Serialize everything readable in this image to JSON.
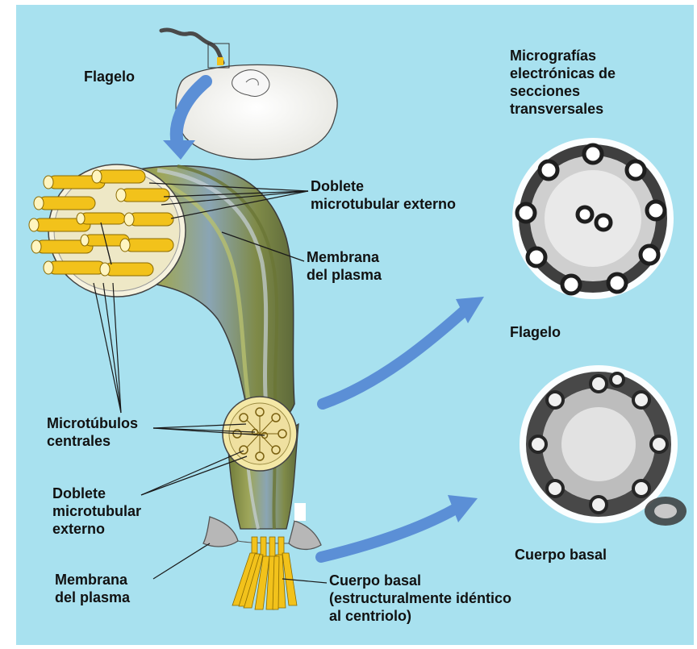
{
  "labels": {
    "flagelo_top": "Flagelo",
    "micrografias": [
      "Micrografías",
      "electrónicas de",
      "secciones",
      "transversales"
    ],
    "doblete_top": [
      "Doblete",
      "microtubular externo"
    ],
    "membrana_top": [
      "Membrana",
      "del plasma"
    ],
    "flagelo_mid": "Flagelo",
    "microtubulos": [
      "Microtúbulos",
      "centrales"
    ],
    "doblete_bottom": [
      "Doblete",
      "microtubular",
      "externo"
    ],
    "membrana_bottom": [
      "Membrana",
      "del plasma"
    ],
    "cuerpo_basal_caption": [
      "Cuerpo basal",
      "(estructuralmente idéntico",
      "al centriolo)"
    ],
    "cuerpo_basal_right": "Cuerpo basal"
  },
  "colors": {
    "background": "#a8e1ef",
    "tubule_yellow": "#f2c21b",
    "shaft_olive": "#8f9a4c",
    "shaft_blue": "#8aa5b4",
    "arrow_blue": "#5b8fd6",
    "micrograph_dark": "#2a2a2a"
  }
}
